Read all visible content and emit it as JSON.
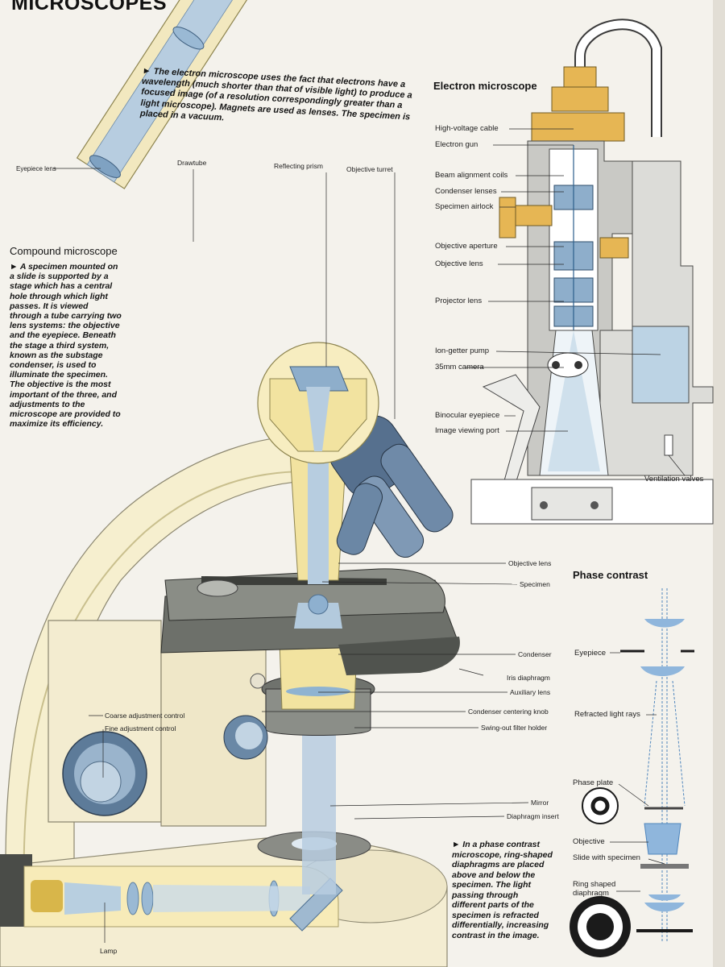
{
  "page": {
    "title": "MICROSCOPES"
  },
  "electron": {
    "heading": "Electron microscope",
    "intro": "► The electron microscope uses the fact that electrons have a wavelength (much shorter than that of visible light) to produce a focused image (of a resolution correspondingly greater than a light microscope). Magnets are used as lenses. The specimen is placed in a vacuum.",
    "labels": {
      "cable": "High-voltage cable",
      "gun": "Electron gun",
      "coils": "Beam alignment coils",
      "condenser": "Condenser lenses",
      "airlock": "Specimen airlock",
      "aperture": "Objective aperture",
      "objective": "Objective lens",
      "projector": "Projector lens",
      "pump": "Ion-getter pump",
      "camera": "35mm camera",
      "binocular": "Binocular eyepiece",
      "port": "Image viewing port",
      "valves": "Ventilation valves"
    }
  },
  "compound": {
    "heading": "Compound microscope",
    "body": "► A specimen mounted on a slide is supported by a stage which has a central hole through which light passes. It is viewed through a tube carrying two lens systems: the objective and the eyepiece. Beneath the stage a third system, known as the substage condenser, is used to illuminate the specimen. The objective is the most important of the three, and adjustments to the microscope are provided to maximize its efficiency.",
    "labels": {
      "eyepiece": "Eyepiece lens",
      "drawtube": "Drawtube",
      "prism": "Reflecting prism",
      "turret": "Objective turret",
      "objective": "Objective lens",
      "specimen": "Specimen",
      "condenser": "Condenser",
      "iris": "Iris diaphragm",
      "auxiliary": "Auxiliary lens",
      "centering": "Condenser centering knob",
      "filter": "Swing-out filter holder",
      "coarse": "Coarse adjustment control",
      "fine": "Fine adjustment control",
      "mirror": "Mirror",
      "insert": "Diaphragm insert",
      "lamp": "Lamp"
    }
  },
  "phase": {
    "heading": "Phase contrast",
    "body": "► In a phase contrast microscope, ring-shaped diaphragms are placed above and below the specimen. The light passing through different parts of the specimen is refracted differentially, increasing contrast in the image.",
    "labels": {
      "eyepiece": "Eyepiece",
      "rays": "Refracted light rays",
      "plate": "Phase plate",
      "objective": "Objective",
      "slide": "Slide with specimen",
      "ring": "Ring shaped diaphragm"
    }
  },
  "colors": {
    "yellow": "#f2e3a0",
    "blue": "#a9c6dd",
    "orange": "#e6b654",
    "grey": "#6e716b",
    "cream": "#f6efcf"
  }
}
